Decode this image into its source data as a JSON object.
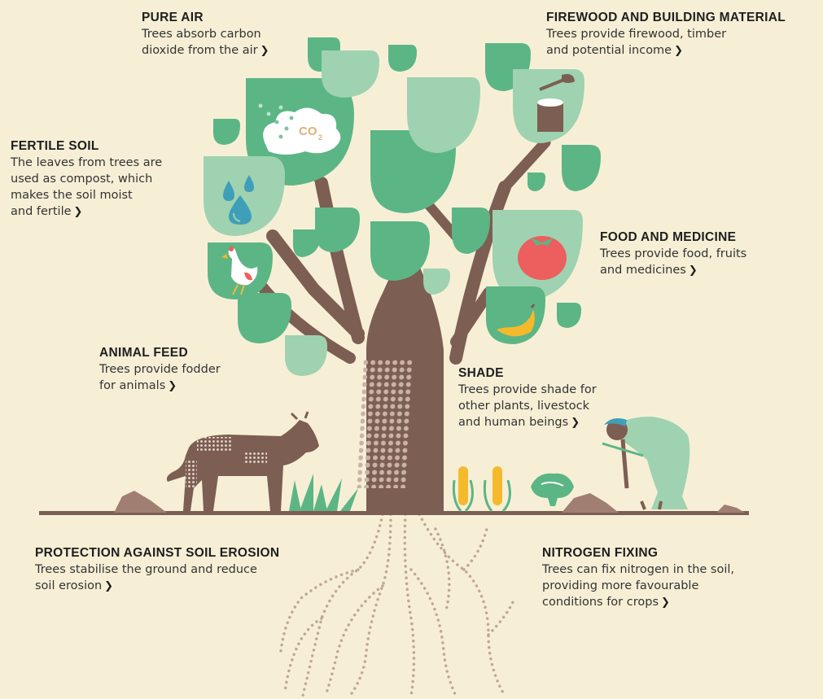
{
  "labels": {
    "pure_air": {
      "title": "PURE AIR",
      "lines": [
        "Trees absorb carbon",
        "dioxide from the air"
      ]
    },
    "firewood": {
      "title": "FIREWOOD AND BUILDING MATERIAL",
      "lines": [
        "Trees provide firewood, timber",
        "and potential income"
      ]
    },
    "fertile_soil": {
      "title": "FERTILE SOIL",
      "lines": [
        "The leaves from trees are",
        "used as compost, which",
        "makes the soil moist",
        "and fertile"
      ]
    },
    "food_medicine": {
      "title": "FOOD AND MEDICINE",
      "lines": [
        "Trees provide food, fruits",
        "and medicines"
      ]
    },
    "animal_feed": {
      "title": "ANIMAL FEED",
      "lines": [
        "Trees provide fodder",
        "for animals"
      ]
    },
    "shade": {
      "title": "SHADE",
      "lines": [
        "Trees provide shade for",
        "other plants, livestock",
        "and human beings"
      ]
    },
    "soil_erosion": {
      "title": "PROTECTION AGAINST SOIL EROSION",
      "lines": [
        "Trees stabilise the ground and reduce",
        "soil erosion"
      ]
    },
    "nitrogen": {
      "title": "NITROGEN FIXING",
      "lines": [
        "Trees can fix nitrogen in the soil,",
        "providing more favourable",
        "conditions for crops"
      ]
    }
  },
  "co2_text": "CO",
  "co2_sub": "2",
  "chevron": "❯",
  "colors": {
    "background": "#f6efd6",
    "trunk": "#7d5e52",
    "leaf_dark": "#5cb585",
    "leaf_light": "#9fd2b0",
    "root_dots": "#c0a895",
    "tomato": "#ec5f5e",
    "banana": "#f5b92c"
  }
}
